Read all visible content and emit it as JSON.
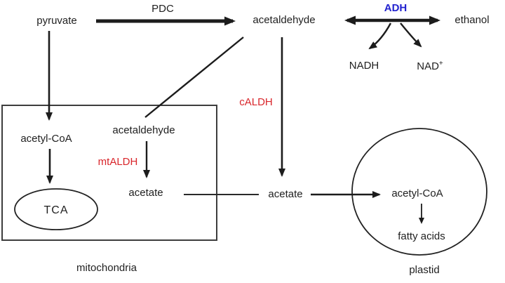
{
  "nodes": {
    "pyruvate": "pyruvate",
    "acetaldehyde_cytosol": "acetaldehyde",
    "ethanol": "ethanol",
    "nadh": "NADH",
    "nad_base": "NAD",
    "nad_sup": "+",
    "acetyl_coa_mito": "acetyl-CoA",
    "acetaldehyde_mito": "acetaldehyde",
    "acetate_mito": "acetate",
    "tca": "TCA",
    "acetate_cytosol": "acetate",
    "acetyl_coa_plastid": "acetyl-CoA",
    "fatty_acids": "fatty acids"
  },
  "enzymes": {
    "pdc": "PDC",
    "adh": "ADH",
    "caldh": "cALDH",
    "mtaldh": "mtALDH"
  },
  "compartments": {
    "mitochondria": "mitochondria",
    "plastid": "plastid"
  },
  "colors": {
    "enzyme_red": "#d9262b",
    "enzyme_blue": "#2323cf",
    "line": "#1c1c1c"
  }
}
